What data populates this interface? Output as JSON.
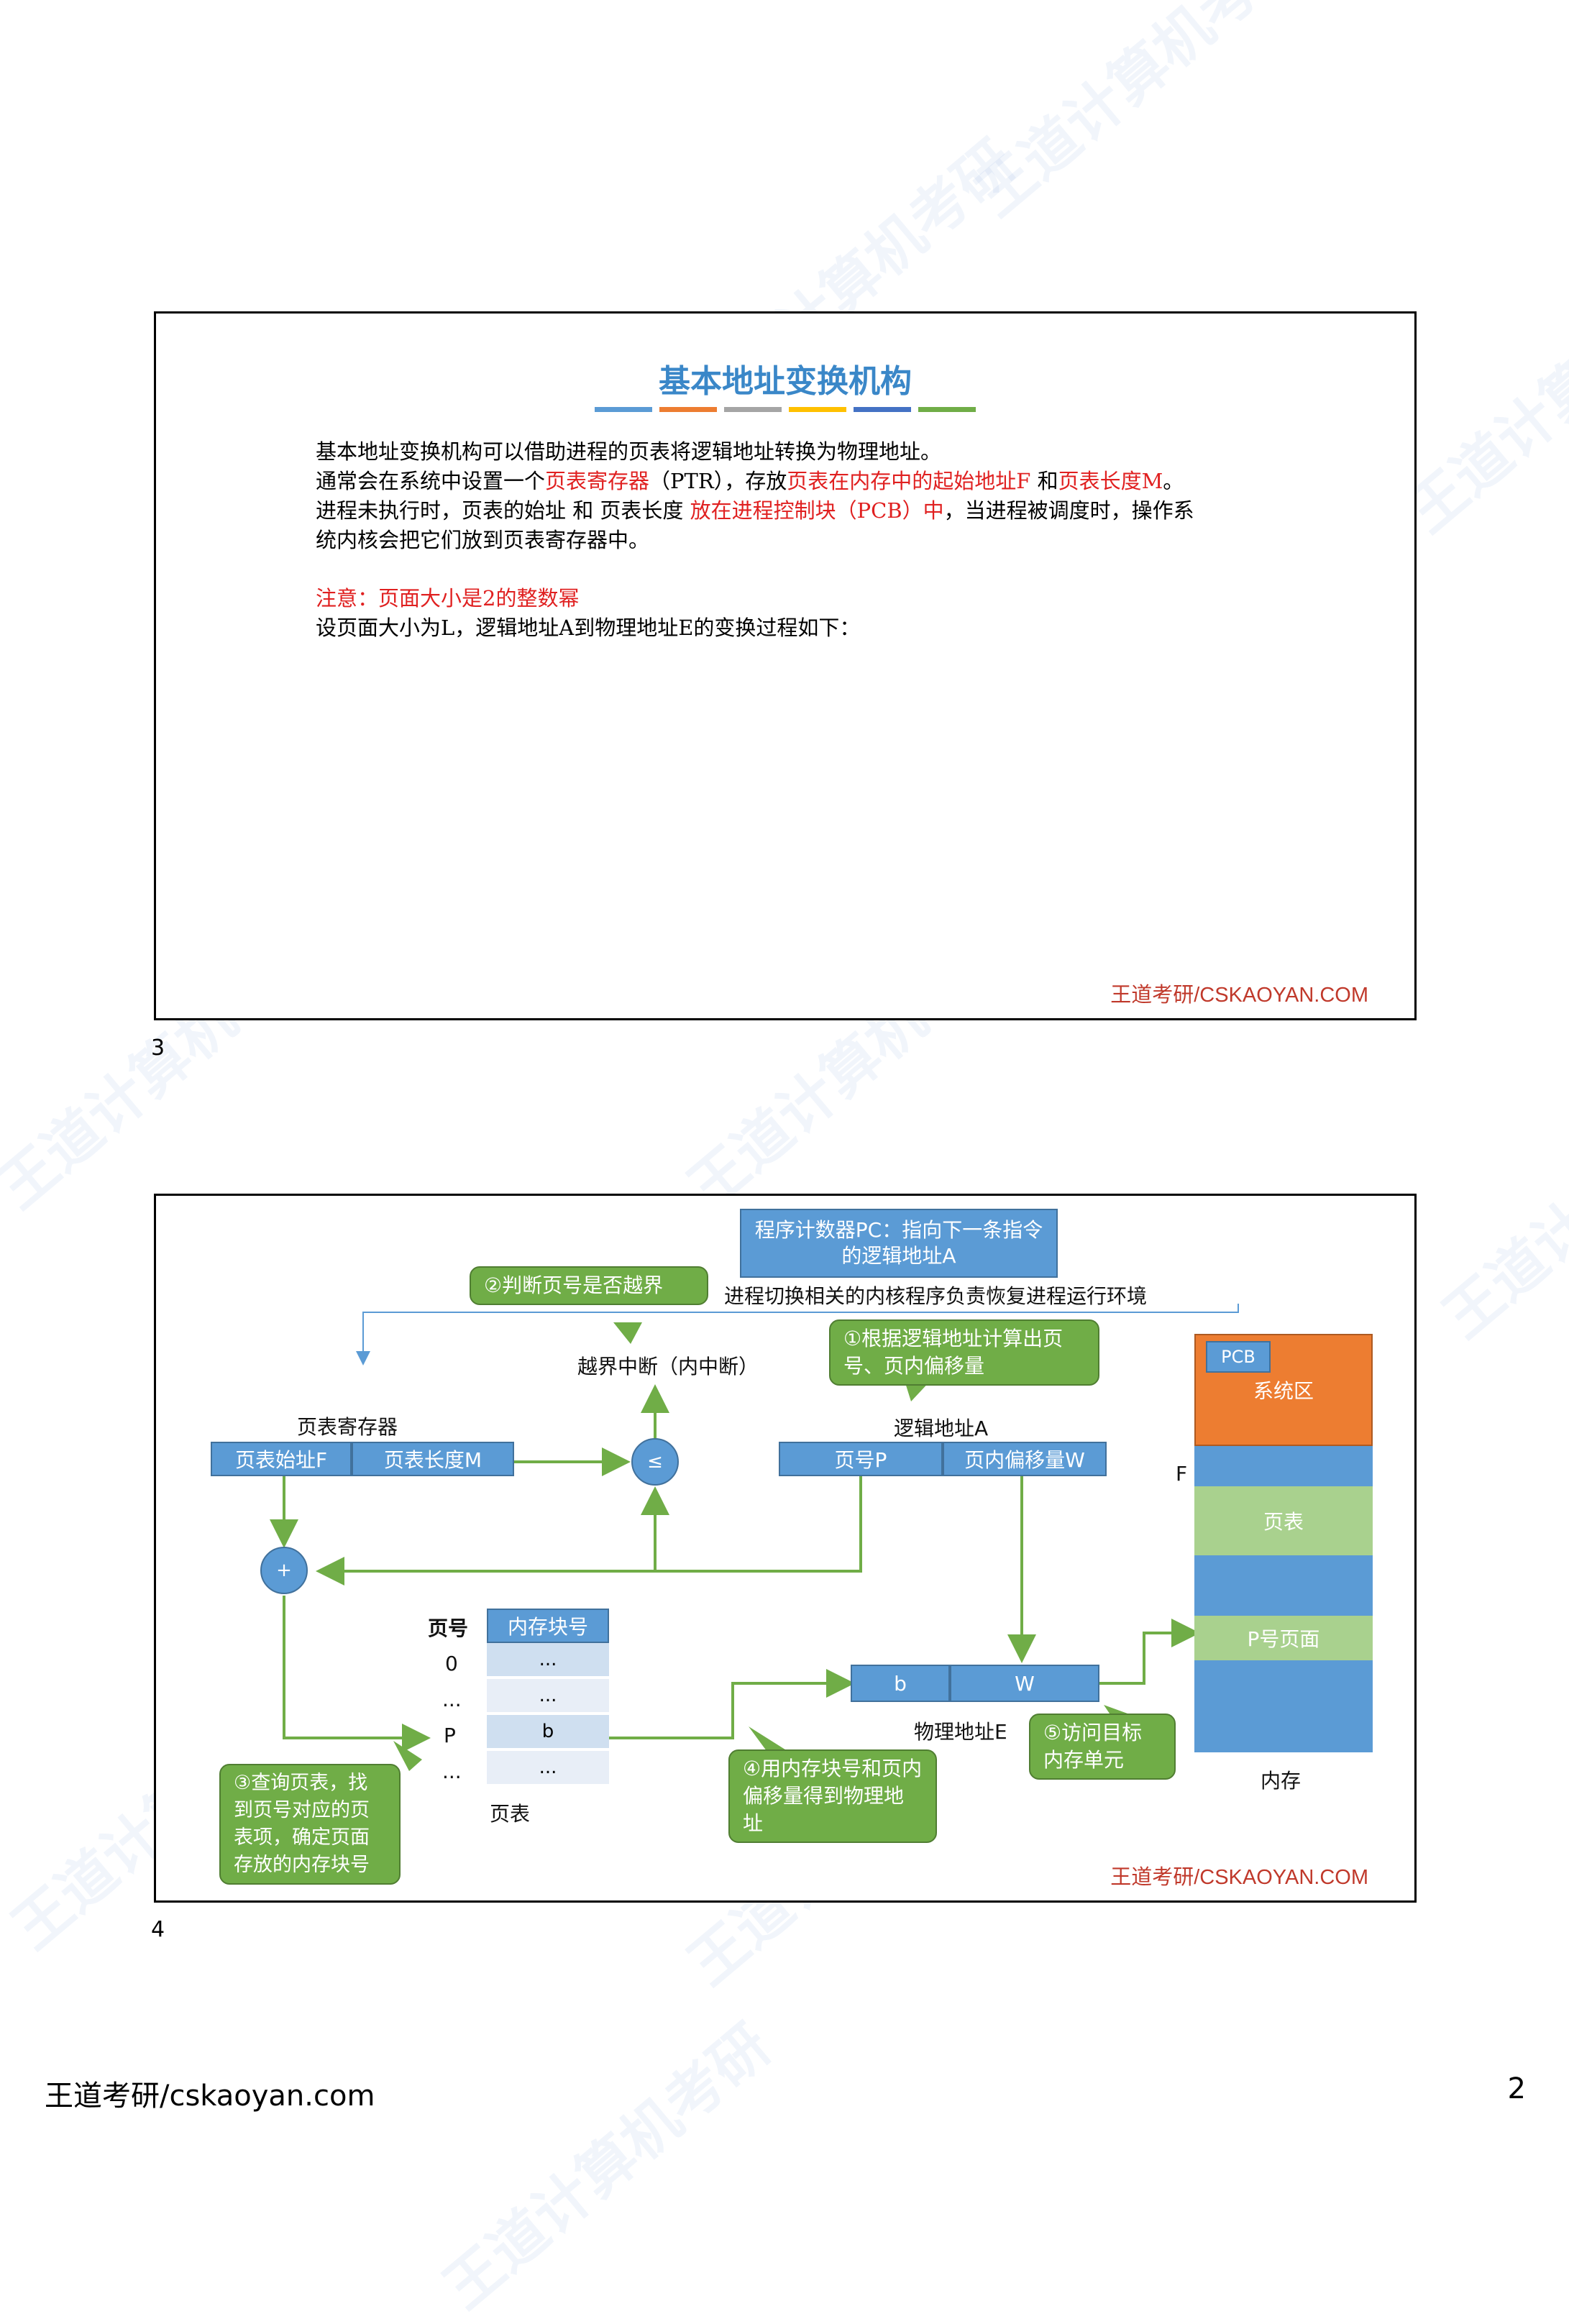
{
  "watermark": "王道计算机考研",
  "slide1": {
    "number": "3",
    "title": "基本地址变换机构",
    "title_bar_colors": [
      "#5b9bd5",
      "#ed7d31",
      "#a5a5a5",
      "#ffc000",
      "#4472c4",
      "#70ad47"
    ],
    "line1": "基本地址变换机构可以借助进程的页表将逻辑地址转换为物理地址。",
    "line2_a": "通常会在系统中设置一个",
    "line2_b": "页表寄存器",
    "line2_c": "（PTR），存放",
    "line2_d": "页表在内存中的起始地址F",
    "line2_e": " 和",
    "line2_f": "页表长度M",
    "line2_g": "。",
    "line3_a": "进程未执行时，页表的始址 和 页表长度 ",
    "line3_b": "放在进程控制块（PCB）中",
    "line3_c": "，当进程被调度时，操作系",
    "line4": "统内核会把它们放到页表寄存器中。",
    "note_a": "注意：",
    "note_b": "页面大小是2的整数幂",
    "line6": "设页面大小为L，逻辑地址A到物理地址E的变换过程如下：",
    "brand": "王道考研/CSKAOYAN.COM"
  },
  "slide2": {
    "number": "4",
    "pc_box": "程序计数器PC：指向下一条指令的逻辑地址A",
    "kernel_text": "进程切换相关的内核程序负责恢复进程运行环境",
    "callout2": "②判断页号是否越界",
    "interrupt": "越界中断（内中断）",
    "callout1": "①根据逻辑地址计算出页号、页内偏移量",
    "ptr_label": "页表寄存器",
    "ptr_start": "页表始址F",
    "ptr_len": "页表长度M",
    "compare": "≤",
    "logical_label": "逻辑地址A",
    "page_p": "页号P",
    "offset_w": "页内偏移量W",
    "plus": "+",
    "pt_header_page": "页号",
    "pt_header_block": "内存块号",
    "pt_rows": [
      {
        "page": "0",
        "block": "..."
      },
      {
        "page": "...",
        "block": "..."
      },
      {
        "page": "P",
        "block": "b"
      },
      {
        "page": "...",
        "block": "..."
      }
    ],
    "pt_label": "页表",
    "phys_b": "b",
    "phys_w": "W",
    "phys_label": "物理地址E",
    "callout3": "③查询页表，找到页号对应的页表项，确定页面存放的内存块号",
    "callout4": "④用内存块号和页内偏移量得到物理地址",
    "callout5": "⑤访问目标内存单元",
    "mem_pcb": "PCB",
    "mem_sys": "系统区",
    "mem_f": "F",
    "mem_pt": "页表",
    "mem_pp": "P号页面",
    "mem_label": "内存",
    "brand": "王道考研/CSKAOYAN.COM"
  },
  "footer": {
    "left": "王道考研/cskaoyan.com",
    "right": "2"
  }
}
